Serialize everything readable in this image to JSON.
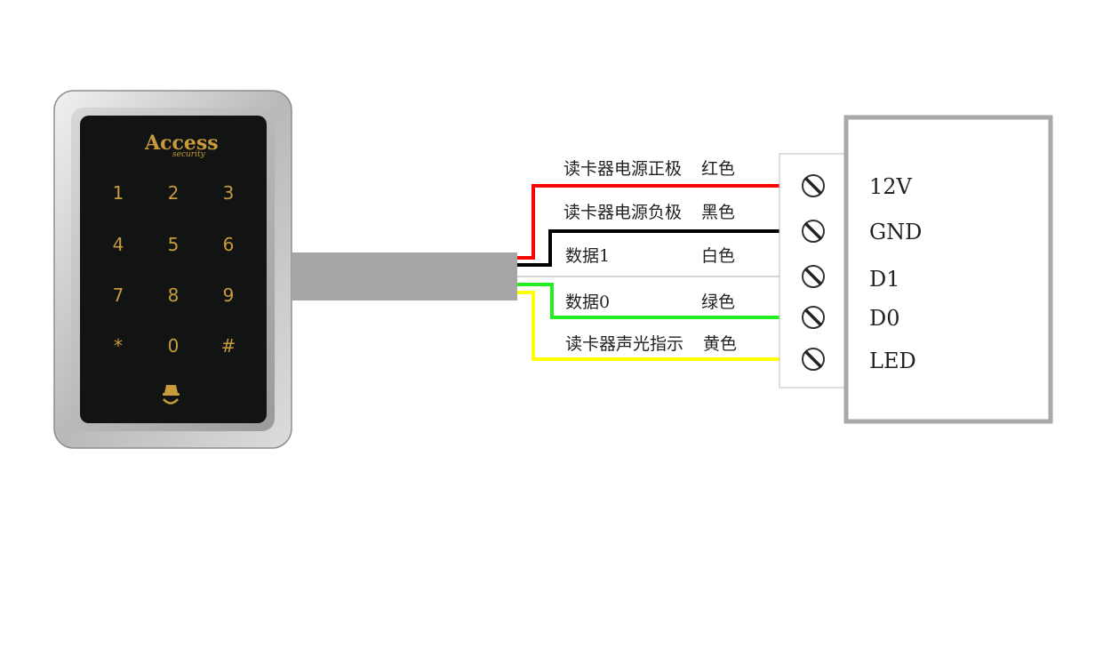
{
  "reader": {
    "logo_main": "Access",
    "logo_sub": "security",
    "keys": [
      "1",
      "2",
      "3",
      "4",
      "5",
      "6",
      "7",
      "8",
      "9",
      "*",
      "0",
      "#"
    ]
  },
  "wires": [
    {
      "label": "读卡器电源正极",
      "color_name": "红色",
      "color": "#ff0000",
      "terminal": "12V"
    },
    {
      "label": "读卡器电源负极",
      "color_name": "黑色",
      "color": "#000000",
      "terminal": "GND"
    },
    {
      "label": "数据1",
      "color_name": "白色",
      "color": "#c8c8c8",
      "terminal": "D1"
    },
    {
      "label": "数据0",
      "color_name": "绿色",
      "color": "#22ee22",
      "terminal": "D0"
    },
    {
      "label": "读卡器声光指示",
      "color_name": "黄色",
      "color": "#ffff00",
      "terminal": "LED"
    }
  ],
  "colors": {
    "controller_border": "#a9a9a9",
    "cable": "#a6a6a6",
    "keypad_gold": "#c79a3c"
  }
}
